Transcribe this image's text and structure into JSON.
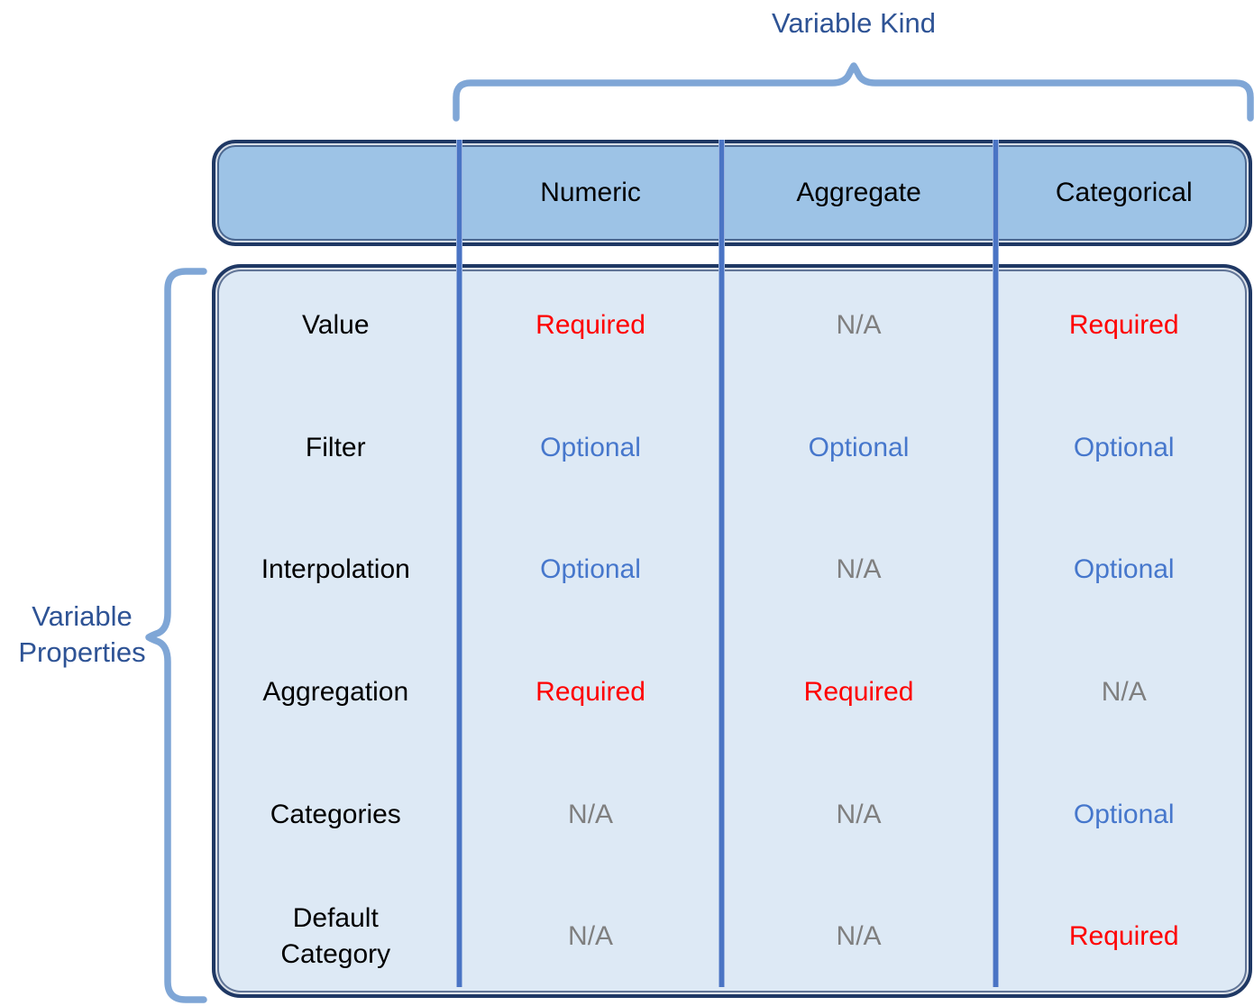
{
  "top_label": "Variable Kind",
  "left_label": "Variable\nProperties",
  "header": {
    "columns": [
      "Numeric",
      "Aggregate",
      "Categorical"
    ]
  },
  "table": {
    "row_header_column": "",
    "rows": [
      {
        "label": "Value",
        "cells": [
          {
            "text": "Required",
            "type": "required"
          },
          {
            "text": "N/A",
            "type": "na"
          },
          {
            "text": "Required",
            "type": "required"
          }
        ]
      },
      {
        "label": "Filter",
        "cells": [
          {
            "text": "Optional",
            "type": "optional"
          },
          {
            "text": "Optional",
            "type": "optional"
          },
          {
            "text": "Optional",
            "type": "optional"
          }
        ]
      },
      {
        "label": "Interpolation",
        "cells": [
          {
            "text": "Optional",
            "type": "optional"
          },
          {
            "text": "N/A",
            "type": "na"
          },
          {
            "text": "Optional",
            "type": "optional"
          }
        ]
      },
      {
        "label": "Aggregation",
        "cells": [
          {
            "text": "Required",
            "type": "required"
          },
          {
            "text": "Required",
            "type": "required"
          },
          {
            "text": "N/A",
            "type": "na"
          }
        ]
      },
      {
        "label": "Categories",
        "cells": [
          {
            "text": "N/A",
            "type": "na"
          },
          {
            "text": "N/A",
            "type": "na"
          },
          {
            "text": "Optional",
            "type": "optional"
          }
        ]
      },
      {
        "label": "Default\nCategory",
        "cells": [
          {
            "text": "N/A",
            "type": "na"
          },
          {
            "text": "N/A",
            "type": "na"
          },
          {
            "text": "Required",
            "type": "required"
          }
        ]
      }
    ]
  },
  "colors": {
    "header_fill": "#9DC3E6",
    "body_fill": "#DDE9F5",
    "box_border": "#1F3864",
    "separator": "#4A74C4",
    "brace": "#7FA6D6",
    "title_text": "#2E5395",
    "required": "#FF0000",
    "optional": "#4677CC",
    "na": "#7F7F7F"
  }
}
